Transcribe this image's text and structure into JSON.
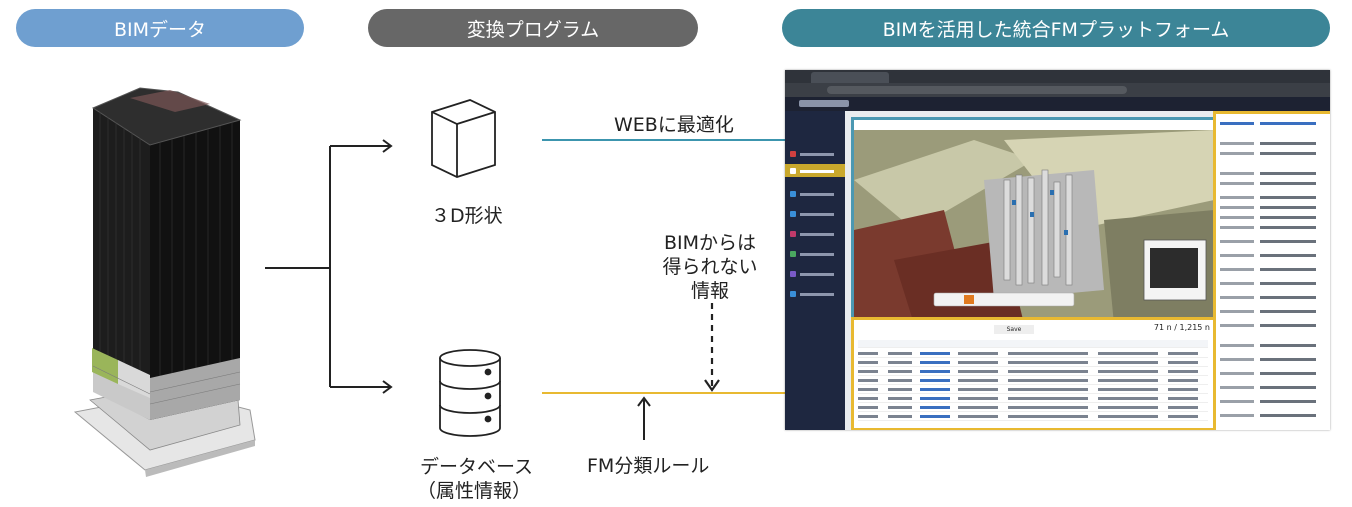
{
  "header": {
    "bim_label": "BIMデータ",
    "conversion_label": "変換プログラム",
    "platform_label": "BIMを活用した統合FMプラットフォーム"
  },
  "nodes": {
    "shape_3d": "３D形状",
    "database_line1": "データベース",
    "database_line2": "（属性情報）"
  },
  "flow_labels": {
    "web_opt": "WEBに最適化",
    "not_from_bim_1": "BIMからは",
    "not_from_bim_2": "得られない",
    "not_from_bim_3": "情報",
    "fm_rule": "FM分類ルール"
  },
  "screenshot": {
    "grid_count": "71 n / 1,215 n",
    "toolbar_save": "Save"
  },
  "colors": {
    "bim_pill": "#6f9fd0",
    "conversion_pill": "#676767",
    "platform_pill": "#3c8597",
    "viewer_border": "#4b98b2",
    "data_border": "#e8b931"
  }
}
